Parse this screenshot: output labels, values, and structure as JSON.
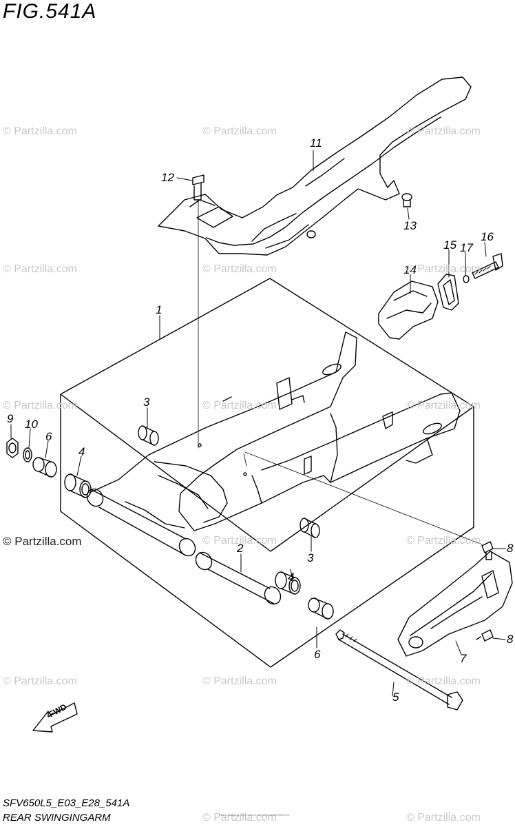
{
  "figure": {
    "title": "FIG.541A",
    "code": "SFV650L5_E03_E28_541A",
    "subtitle": "REAR SWINGINGARM",
    "fwd_label": "FWD",
    "fine_print": "Part of design by 2014 SUZUKI MOTOR CORPORATION"
  },
  "watermark": {
    "text": "© Partzilla.com"
  },
  "callouts": [
    {
      "number": "1",
      "part": "swingarm"
    },
    {
      "number": "2",
      "part": "pipe"
    },
    {
      "number": "3",
      "part": "bushing-upper"
    },
    {
      "number": "3",
      "part": "bushing-lower"
    },
    {
      "number": "4",
      "part": "bearing-left"
    },
    {
      "number": "4",
      "part": "bearing-right"
    },
    {
      "number": "5",
      "part": "pivot-shaft"
    },
    {
      "number": "6",
      "part": "spacer-left"
    },
    {
      "number": "6",
      "part": "spacer-right"
    },
    {
      "number": "7",
      "part": "chain-guard"
    },
    {
      "number": "8",
      "part": "bolt-upper"
    },
    {
      "number": "8",
      "part": "bolt-lower"
    },
    {
      "number": "9",
      "part": "nut"
    },
    {
      "number": "10",
      "part": "washer"
    },
    {
      "number": "11",
      "part": "chain-cover"
    },
    {
      "number": "12",
      "part": "bolt-cover-front"
    },
    {
      "number": "13",
      "part": "screw-cover-rear"
    },
    {
      "number": "14",
      "part": "chain-buffer"
    },
    {
      "number": "15",
      "part": "plate"
    },
    {
      "number": "16",
      "part": "buffer-bolt"
    },
    {
      "number": "17",
      "part": "buffer-washer"
    }
  ],
  "colors": {
    "line": "#000000",
    "watermark": "#c8c8c8"
  }
}
